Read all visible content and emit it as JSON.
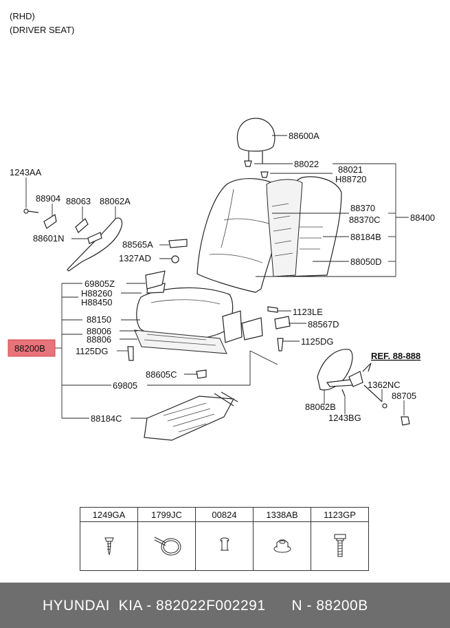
{
  "notes": [
    "(RHD)",
    "(DRIVER SEAT)"
  ],
  "labels": {
    "l88600A": "88600A",
    "l88022": "88022",
    "l88021": "88021",
    "lH88720": "H88720",
    "l1243AA": "1243AA",
    "l88904": "88904",
    "l88063": "88063",
    "l88062A": "88062A",
    "l88370": "88370",
    "l88370C": "88370C",
    "l88400": "88400",
    "l88601N": "88601N",
    "l88565A": "88565A",
    "l88184B": "88184B",
    "l1327AD": "1327AD",
    "l88050D": "88050D",
    "l69805Z": "69805Z",
    "lH88260": "H88260",
    "lH88450": "H88450",
    "l1123LE": "1123LE",
    "l88150": "88150",
    "l88567D": "88567D",
    "l88006": "88006",
    "l88806": "88806",
    "l1125DG_right": "1125DG",
    "l88200B": "88200B",
    "l1125DG_left": "1125DG",
    "ref": "REF. 88-888",
    "l88605C": "88605C",
    "l1362NC": "1362NC",
    "l69805": "69805",
    "l88705": "88705",
    "l88062B": "88062B",
    "l1243BG": "1243BG",
    "l88184C": "88184C"
  },
  "fastener_table": {
    "headers": [
      "1249GA",
      "1799JC",
      "00824",
      "1338AB",
      "1123GP"
    ],
    "icons": [
      "screw-icon",
      "clamp-icon",
      "pin-icon",
      "nut-icon",
      "bolt-icon"
    ]
  },
  "footer": {
    "text": "HYUNDAI  KIA - 882022F002291      N - 88200B"
  },
  "colors": {
    "highlight": "#e8737a",
    "footer_bg": "#6e6e6e"
  }
}
